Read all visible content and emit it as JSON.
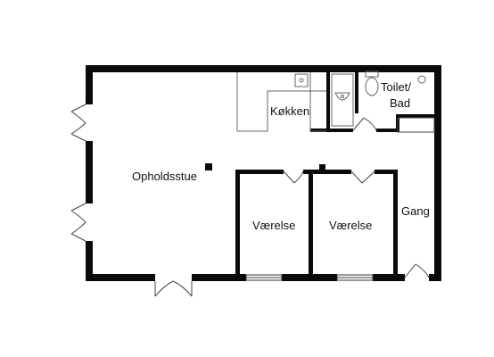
{
  "floorplan": {
    "rooms": {
      "living": "Opholdsstue",
      "kitchen": "Køkken",
      "toilet_line1": "Toilet/",
      "toilet_line2": "Bad",
      "bedroom1": "Værelse",
      "bedroom2": "Værelse",
      "hall": "Gang"
    }
  },
  "colors": {
    "wall": "#0a0a0a",
    "fixture": "#666666",
    "background": "#ffffff"
  }
}
